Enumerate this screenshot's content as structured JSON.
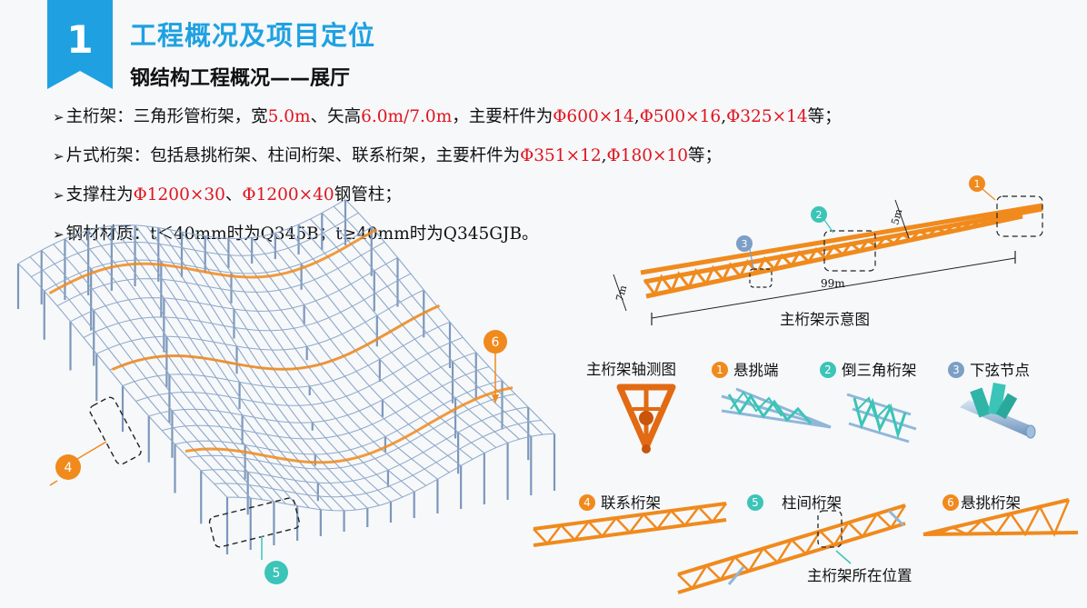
{
  "header": {
    "number": "1",
    "title": "工程概况及项目定位",
    "subtitle": "钢结构工程概况——展厅"
  },
  "bullets": [
    {
      "parts": [
        {
          "t": "主桁架：三角形管桁架，宽",
          "red": false
        },
        {
          "t": "5.0m",
          "red": true
        },
        {
          "t": "、矢高",
          "red": false
        },
        {
          "t": "6.0m/7.0m",
          "red": true
        },
        {
          "t": "，主要杆件为",
          "red": false
        },
        {
          "t": "Φ600×14",
          "red": true
        },
        {
          "t": ",",
          "red": false
        },
        {
          "t": "Φ500×16",
          "red": true
        },
        {
          "t": ",",
          "red": false
        },
        {
          "t": "Φ325×14",
          "red": true
        },
        {
          "t": "等；",
          "red": false
        }
      ]
    },
    {
      "parts": [
        {
          "t": "片式桁架：包括悬挑桁架、柱间桁架、联系桁架，主要杆件为",
          "red": false
        },
        {
          "t": "Φ351×12",
          "red": true
        },
        {
          "t": ",",
          "red": false
        },
        {
          "t": "Φ180×10",
          "red": true
        },
        {
          "t": "等；",
          "red": false
        }
      ]
    },
    {
      "parts": [
        {
          "t": "支撑柱为",
          "red": false
        },
        {
          "t": "Φ1200×30",
          "red": true
        },
        {
          "t": "、",
          "red": false
        },
        {
          "t": "Φ1200×40",
          "red": true
        },
        {
          "t": "钢管柱；",
          "red": false
        }
      ]
    },
    {
      "parts": [
        {
          "t": "钢材材质：t＜40mm时为Q345B；t≥40mm时为Q345GJB。",
          "red": false
        }
      ]
    }
  ],
  "schematic": {
    "caption": "主桁架示意图",
    "dim_width": "5m",
    "dim_height": "7m",
    "dim_length": "99m",
    "markers": [
      "1",
      "2",
      "3"
    ]
  },
  "legend": {
    "axonometric_label": "主桁架轴测图",
    "items": [
      {
        "num": "1",
        "label": "悬挑端",
        "color": "orange"
      },
      {
        "num": "2",
        "label": "倒三角桁架",
        "color": "teal"
      },
      {
        "num": "3",
        "label": "下弦节点",
        "color": "blue"
      }
    ]
  },
  "trusses": {
    "t4": {
      "num": "4",
      "label": "联系桁架"
    },
    "t5": {
      "num": "5",
      "label": "柱间桁架"
    },
    "t6": {
      "num": "6",
      "label": "悬挑桁架"
    },
    "position_label": "主桁架所在位置"
  },
  "model_markers": [
    "6",
    "4",
    "5"
  ],
  "colors": {
    "accent_blue": "#1fa1e1",
    "highlight_red": "#e0141e",
    "truss_orange": "#f08a1c",
    "teal": "#3cc4b8",
    "steel_blue": "#8fa8c8"
  }
}
